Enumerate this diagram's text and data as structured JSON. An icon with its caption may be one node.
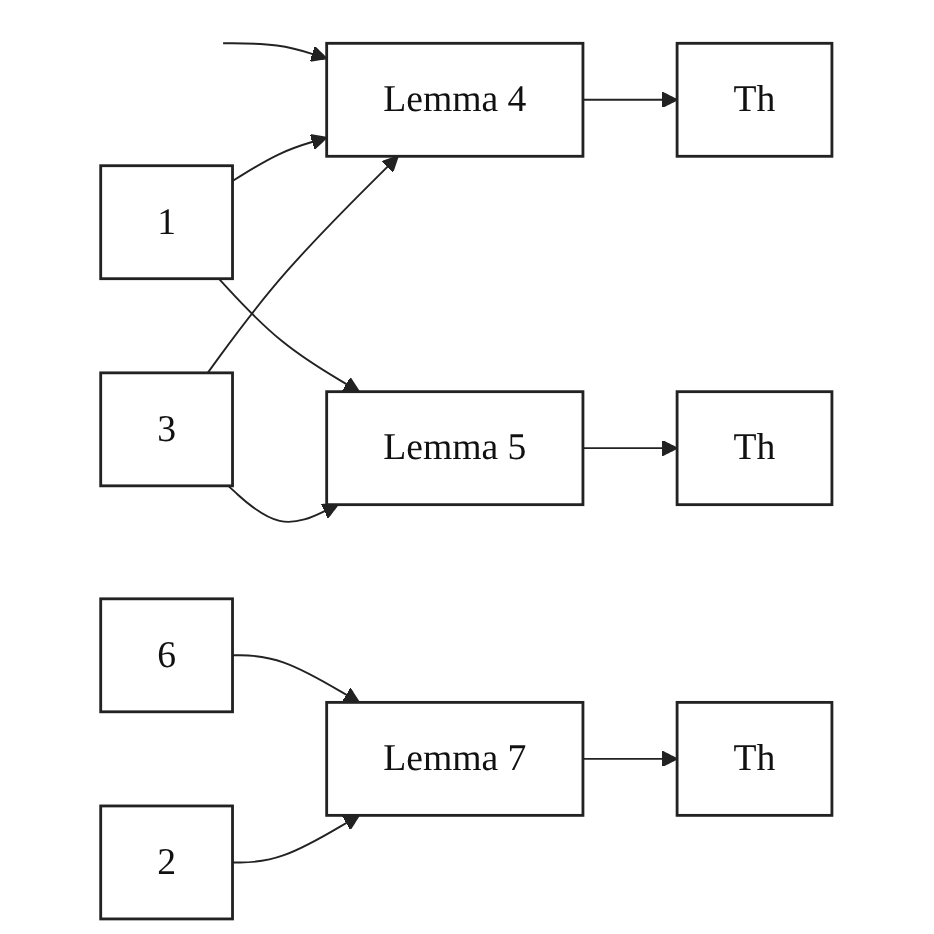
{
  "diagram": {
    "nodes": [
      {
        "text": [
          "3"
        ]
      },
      {
        "text": [
          "Lemma 4"
        ]
      },
      {
        "text": [
          "Th"
        ]
      },
      {
        "text": [
          "1"
        ]
      },
      {
        "text": [
          "Lemma 5"
        ]
      },
      {
        "text": [
          "Th"
        ]
      },
      {
        "text": [
          "2"
        ]
      },
      {
        "text": [
          "6"
        ]
      },
      {
        "text": [
          "Lemma 7"
        ]
      },
      {
        "text": [
          "Th"
        ]
      }
    ],
    "edges": [
      {
        "from": 0,
        "to": 1,
        "arrow": "to"
      },
      {
        "from": 0,
        "to": 4,
        "arrow": "to"
      },
      {
        "from": 3,
        "to": 1,
        "arrow": "to"
      },
      {
        "from": null,
        "to": 1,
        "arrow": "to"
      },
      {
        "from": 3,
        "to": 4,
        "arrow": "to"
      },
      {
        "from": 6,
        "to": 8,
        "arrow": "to"
      },
      {
        "from": 7,
        "to": 8,
        "arrow": "to"
      },
      {
        "from": 1,
        "to": 2,
        "arrow": "to"
      },
      {
        "from": 4,
        "to": 5,
        "arrow": "to"
      },
      {
        "from": 8,
        "to": 9,
        "arrow": "to"
      }
    ]
  }
}
